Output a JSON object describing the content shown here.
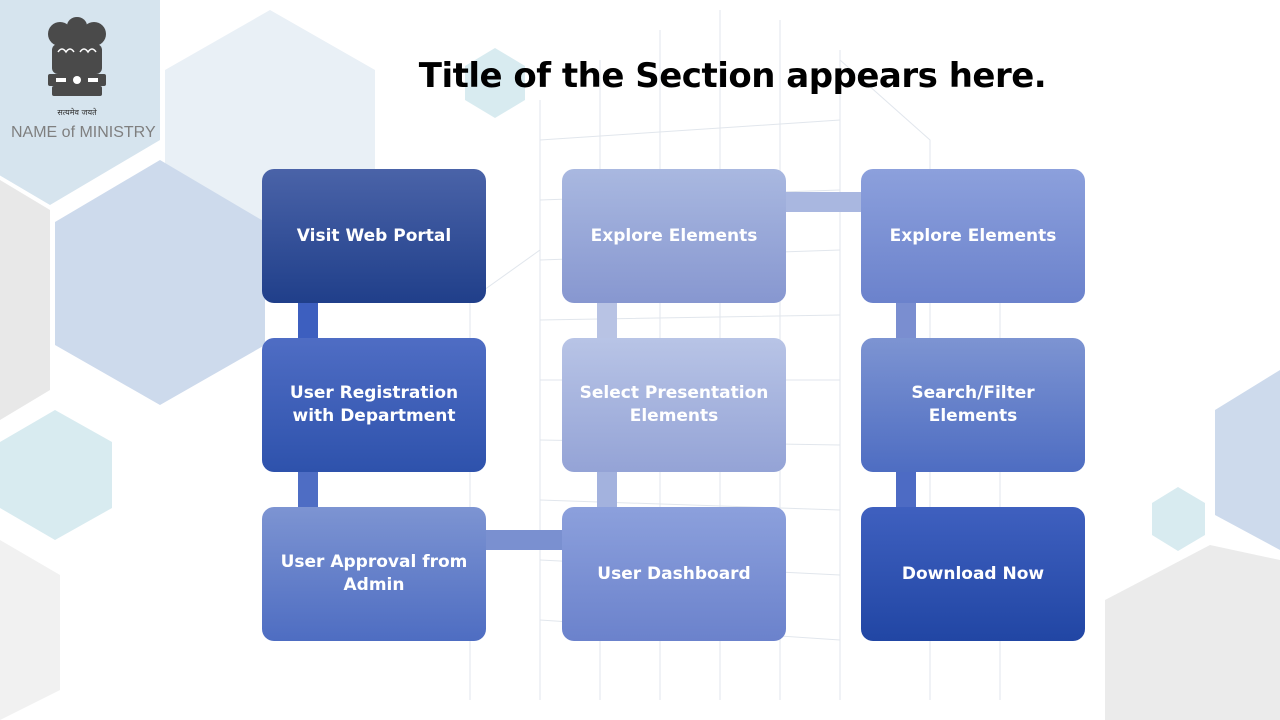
{
  "header": {
    "motto": "सत्यमेव जयते",
    "ministry": "NAME of MINISTRY",
    "title": "Title of the Section appears here."
  },
  "steps": [
    {
      "label": "Visit Web Portal"
    },
    {
      "label": "User Registration with Department"
    },
    {
      "label": "User Approval from Admin"
    },
    {
      "label": "User Dashboard"
    },
    {
      "label": "Select Presentation Elements"
    },
    {
      "label": "Explore Elements"
    },
    {
      "label": "Explore Elements"
    },
    {
      "label": "Search/Filter Elements"
    },
    {
      "label": "Download Now"
    }
  ],
  "colors": {
    "title": "#000000",
    "ministry": "#7f7f7f",
    "box_dark": "#203f8a",
    "box_light": "#a9b8e0",
    "connector_dark": "#3d5fbf",
    "connector_light": "#b3bfe2"
  }
}
